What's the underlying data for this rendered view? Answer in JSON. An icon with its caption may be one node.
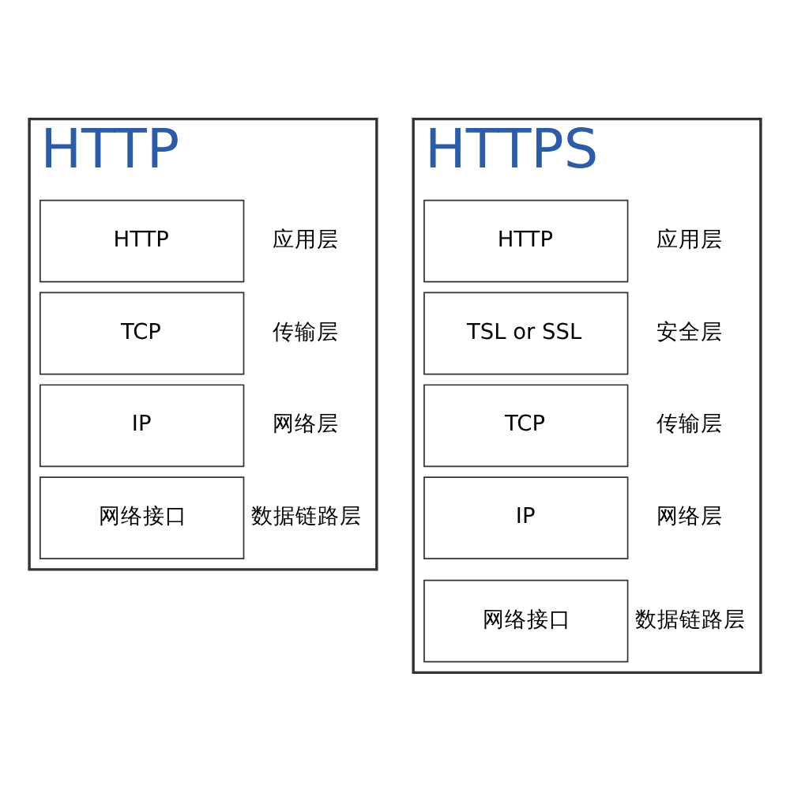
{
  "diagram": {
    "nodes": [
      {
        "text": [
          "HTTP"
        ]
      },
      {
        "text": [
          "HTTP"
        ],
        "in": 0,
        "beside": [
          "应用层"
        ]
      },
      {
        "text": [
          "TCP"
        ],
        "in": 0,
        "beside": [
          "传输层"
        ]
      },
      {
        "text": [
          "IP"
        ],
        "in": 0,
        "beside": [
          "网络层"
        ]
      },
      {
        "text": [
          "网络接口"
        ],
        "in": 0,
        "beside": [
          "数据链路层"
        ]
      },
      {
        "text": [
          "HTTPS"
        ]
      },
      {
        "text": [
          "HTTP"
        ],
        "in": 5,
        "beside": [
          "应用层"
        ]
      },
      {
        "text": [
          "TSL or SSL"
        ],
        "in": 5,
        "beside": [
          "安全层"
        ]
      },
      {
        "text": [
          "TCP"
        ],
        "in": 5,
        "beside": [
          "传输层"
        ]
      },
      {
        "text": [
          "IP"
        ],
        "in": 5,
        "beside": [
          "网络层"
        ]
      },
      {
        "text": [
          "网络接口"
        ],
        "in": 5,
        "beside": [
          "数据链路层"
        ]
      }
    ]
  }
}
